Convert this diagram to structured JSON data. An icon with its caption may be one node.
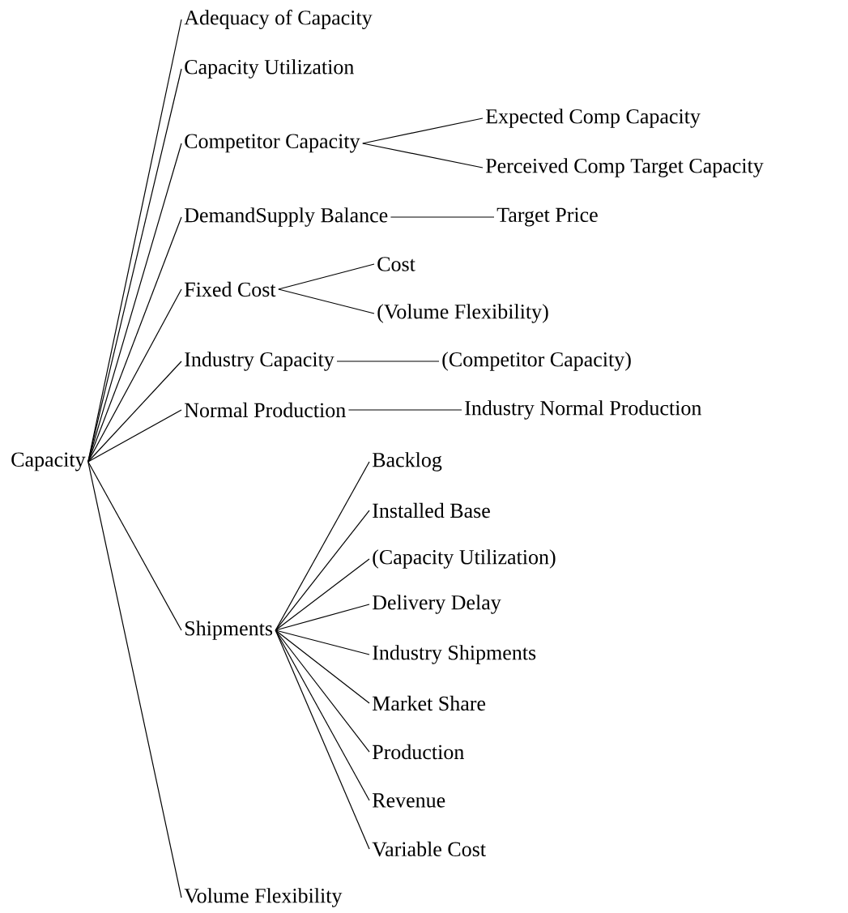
{
  "diagram": {
    "nodes": [
      {
        "text": [
          "Capacity"
        ]
      },
      {
        "text": [
          "Adequacy of Capacity"
        ]
      },
      {
        "text": [
          "Capacity Utilization"
        ]
      },
      {
        "text": [
          "Competitor Capacity"
        ]
      },
      {
        "text": [
          "Expected Comp Capacity"
        ]
      },
      {
        "text": [
          "Perceived Comp Target Capacity"
        ]
      },
      {
        "text": [
          "DemandSupply Balance"
        ]
      },
      {
        "text": [
          "Target Price"
        ]
      },
      {
        "text": [
          "Fixed Cost"
        ]
      },
      {
        "text": [
          "Cost"
        ]
      },
      {
        "text": [
          "(Volume Flexibility)"
        ]
      },
      {
        "text": [
          "Industry Capacity"
        ]
      },
      {
        "text": [
          "(Competitor Capacity)"
        ]
      },
      {
        "text": [
          "Normal Production"
        ]
      },
      {
        "text": [
          "Industry Normal Production"
        ]
      },
      {
        "text": [
          "Shipments"
        ]
      },
      {
        "text": [
          "Backlog"
        ]
      },
      {
        "text": [
          "Installed Base"
        ]
      },
      {
        "text": [
          "(Capacity Utilization)"
        ]
      },
      {
        "text": [
          "Delivery Delay"
        ]
      },
      {
        "text": [
          "Industry Shipments"
        ]
      },
      {
        "text": [
          "Market Share"
        ]
      },
      {
        "text": [
          "Production"
        ]
      },
      {
        "text": [
          "Revenue"
        ]
      },
      {
        "text": [
          "Variable Cost"
        ]
      },
      {
        "text": [
          "Volume Flexibility"
        ]
      }
    ],
    "edges": [
      {
        "from": 0,
        "to": 1,
        "arrow": "none"
      },
      {
        "from": 0,
        "to": 2,
        "arrow": "none"
      },
      {
        "from": 0,
        "to": 3,
        "arrow": "none"
      },
      {
        "from": 3,
        "to": 4,
        "arrow": "none"
      },
      {
        "from": 3,
        "to": 5,
        "arrow": "none"
      },
      {
        "from": 0,
        "to": 6,
        "arrow": "none"
      },
      {
        "from": 6,
        "to": 7,
        "arrow": "none"
      },
      {
        "from": 0,
        "to": 8,
        "arrow": "none"
      },
      {
        "from": 8,
        "to": 9,
        "arrow": "none"
      },
      {
        "from": 8,
        "to": 10,
        "arrow": "none"
      },
      {
        "from": 0,
        "to": 11,
        "arrow": "none"
      },
      {
        "from": 11,
        "to": 12,
        "arrow": "none"
      },
      {
        "from": 0,
        "to": 13,
        "arrow": "none"
      },
      {
        "from": 13,
        "to": 14,
        "arrow": "none"
      },
      {
        "from": 0,
        "to": 15,
        "arrow": "none"
      },
      {
        "from": 15,
        "to": 16,
        "arrow": "none"
      },
      {
        "from": 15,
        "to": 17,
        "arrow": "none"
      },
      {
        "from": 15,
        "to": 18,
        "arrow": "none"
      },
      {
        "from": 15,
        "to": 19,
        "arrow": "none"
      },
      {
        "from": 15,
        "to": 20,
        "arrow": "none"
      },
      {
        "from": 15,
        "to": 21,
        "arrow": "none"
      },
      {
        "from": 15,
        "to": 22,
        "arrow": "none"
      },
      {
        "from": 15,
        "to": 23,
        "arrow": "none"
      },
      {
        "from": 15,
        "to": 24,
        "arrow": "none"
      },
      {
        "from": 0,
        "to": 25,
        "arrow": "none"
      }
    ]
  }
}
